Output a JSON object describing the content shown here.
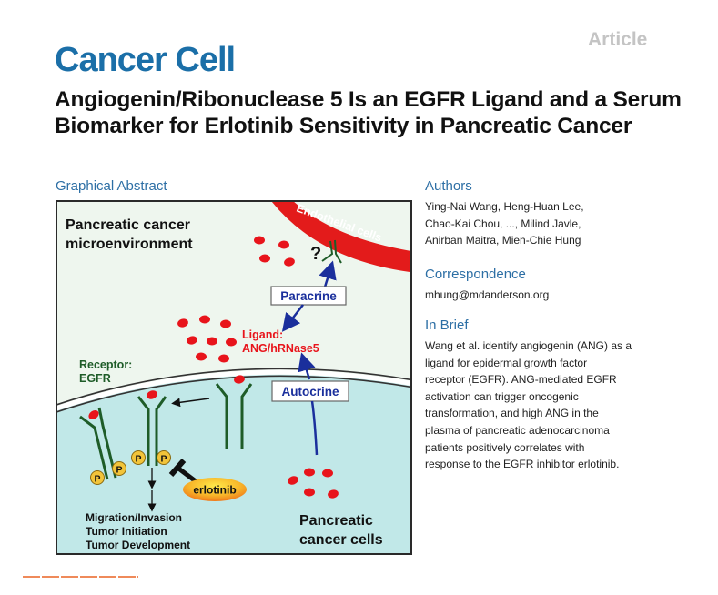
{
  "header": {
    "journal": "Cancer Cell",
    "article_type": "Article"
  },
  "title": "Angiogenin/Ribonuclease 5 Is an EGFR Ligand and a Serum Biomarker for Erlotinib Sensitivity in Pancreatic Cancer",
  "graphical_abstract": {
    "heading": "Graphical Abstract",
    "labels": {
      "microenvironment_line1": "Pancreatic cancer",
      "microenvironment_line2": "microenvironment",
      "endothelial": "Endothelial cells",
      "question": "?",
      "paracrine": "Paracrine",
      "autocrine": "Autocrine",
      "ligand_line1": "Ligand:",
      "ligand_line2": "ANG/hRNase5",
      "receptor_line1": "Receptor:",
      "receptor_line2": "EGFR",
      "phospho": "P",
      "drug": "erlotinib",
      "outcome_1": "Migration/Invasion",
      "outcome_2": "Tumor Initiation",
      "outcome_3": "Tumor Development",
      "cells_line1": "Pancreatic",
      "cells_line2": "cancer cells"
    },
    "colors": {
      "background": "#eef6ee",
      "cell": "#c1e8e8",
      "ligand": "#e8141b",
      "receptor": "#1e5c28",
      "arrow": "#1a2f9c",
      "phospho": "#f2c43a",
      "endothelial": "#e31b1b"
    }
  },
  "sidebar": {
    "authors_heading": "Authors",
    "authors_lines": [
      "Ying-Nai Wang, Heng-Huan Lee,",
      "Chao-Kai Chou, ..., Milind Javle,",
      "Anirban Maitra, Mien-Chie Hung"
    ],
    "correspondence_heading": "Correspondence",
    "correspondence_email": "mhung@mdanderson.org",
    "brief_heading": "In Brief",
    "brief_lines": [
      "Wang et al. identify angiogenin (ANG) as a",
      "ligand for epidermal growth factor",
      "receptor (EGFR). ANG-mediated EGFR",
      "activation can trigger oncogenic",
      "transformation, and high ANG in the",
      "plasma of pancreatic adenocarcinoma",
      "patients positively correlates with",
      "response to the EGFR inhibitor erlotinib."
    ]
  }
}
